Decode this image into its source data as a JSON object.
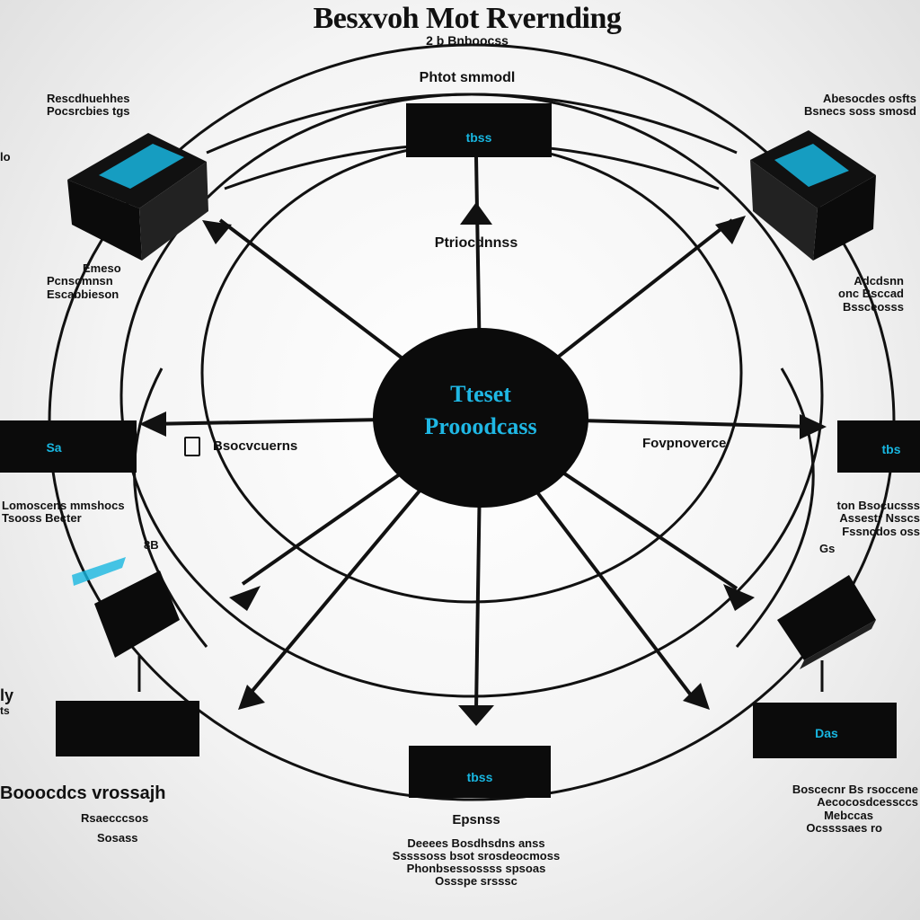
{
  "title": "Besxvoh Mot Rvernding",
  "subtitle_lines": [
    "2 b Bnboocss",
    "Phtot smmodl"
  ],
  "top_center_caption": "Ptriocdnnss",
  "hub": {
    "line1": "Tteset",
    "line2": "Prooodcass"
  },
  "nodes": {
    "top": {
      "screen": "tbss"
    },
    "bottom": {
      "screen": "tbss"
    },
    "left": {
      "screen": "Sa"
    },
    "right": {
      "screen": "tbs"
    },
    "bottom_right": {
      "screen": "Das"
    }
  },
  "left_arrow_caption": "Bsocvcuerns",
  "right_arrow_caption": "Fovpnoverce",
  "labels": {
    "top_left": [
      "Rescdhuehhes",
      "Pocsrcbies tgs"
    ],
    "top_right": [
      "Abesocdes osfts",
      "Bsnecs soss smosd"
    ],
    "upper_left": [
      "Emeso",
      "Pcnsomnsn",
      "Escabbieson"
    ],
    "upper_right": [
      "Adcdsnn",
      "onc Bsccad",
      "Bssceosss"
    ],
    "mid_left": [
      "Lomoscens mmshocs",
      "Tsooss Becter"
    ],
    "mid_right": [
      "ton Bsocucsss",
      "Assestr Nsscs",
      "Fssncdos oss"
    ],
    "mid_right_small": "Gs",
    "left_small": "8B",
    "bottom_left": [
      "Booocdcs vrossajh",
      "Rsaecccsos",
      "Sosass"
    ],
    "bottom_right": [
      "Boscecnr Bs rsoccene",
      "Aecocosdcessccs",
      "Mebccas",
      "Ocssssaes ro"
    ],
    "bottom_center": [
      "Epsnss",
      "Deeees Bosdhsdns anss",
      "Sssssoss bsot srosdeocmoss",
      "Phonbsessossss spsoas",
      "Ossspe srsssc"
    ],
    "edge_left_top": "lo",
    "edge_left_bottom": [
      "ly",
      "ts"
    ]
  },
  "colors": {
    "ink": "#111111",
    "screen": "#18b6e0",
    "hub_text": "#1fb7e4",
    "box": "#0b0b0b"
  }
}
